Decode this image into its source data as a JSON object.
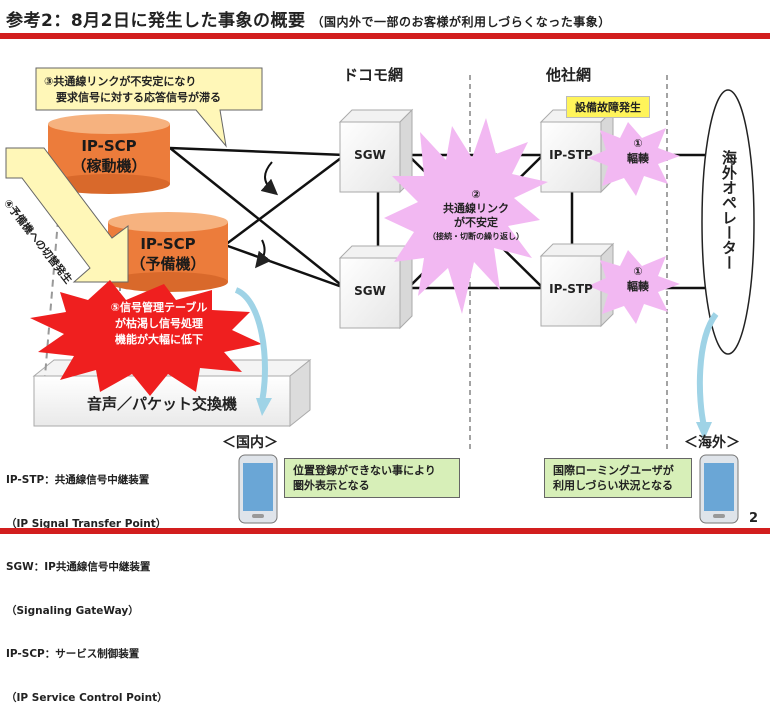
{
  "header": {
    "title": "参考2：8月2日に発生した事象の概要",
    "subtitle": "（国内外で一部のお客様が利用しづらくなった事象）",
    "page_number": "2"
  },
  "networks": {
    "docomo": "ドコモ網",
    "other": "他社網"
  },
  "nodes": {
    "scp_active_1": "IP-SCP",
    "scp_active_2": "（稼動機）",
    "scp_standby_1": "IP-SCP",
    "scp_standby_2": "（予備機）",
    "sgw_top": "SGW",
    "sgw_bottom": "SGW",
    "stp_top": "IP-STP",
    "stp_bottom": "IP-STP",
    "switch": "音声／パケット交換機",
    "overseas_operator": "海外オペレーター"
  },
  "callouts": {
    "c3_line1": "③共通線リンクが不安定になり",
    "c3_line2": "要求信号に対する応答信号が滞る",
    "c4": "④予備機への切替発生",
    "c5_line1": "⑤信号管理テーブル",
    "c5_line2": "が枯渇し信号処理",
    "c5_line3": "機能が大幅に低下",
    "c2_num": "②",
    "c2_line1": "共通線リンク",
    "c2_line2": "が不安定",
    "c2_line3": "（接続・切断の繰り返し）",
    "c1_top_num": "①",
    "c1_top_text": "輻輳",
    "c1_bottom_num": "①",
    "c1_bottom_text": "輻輳",
    "equipment_failure": "設備故障発生"
  },
  "regions": {
    "domestic": "＜国内＞",
    "overseas": "＜海外＞"
  },
  "notes": {
    "domestic_line1": "位置登録ができない事により",
    "domestic_line2": "圏外表示となる",
    "overseas_line1": "国際ローミングユーザが",
    "overseas_line2": "利用しづらい状況となる"
  },
  "legend": {
    "line1": "IP-STP：共通線信号中継装置",
    "line2": "（IP Signal Transfer Point）",
    "line3": "SGW：IP共通線信号中継装置",
    "line4": "（Signaling GateWay）",
    "line5": "IP-SCP：サービス制御装置",
    "line6": "（IP Service Control Point）"
  },
  "colors": {
    "accent_red": "#d21e1e",
    "scp_orange": "#ec7c3b",
    "callout_yellow": "#fff7b8",
    "burst_pink": "#f2b8f2",
    "burst_red": "#ef1f1f",
    "note_green": "#d7efb8",
    "label_yellow": "#fff45a"
  }
}
